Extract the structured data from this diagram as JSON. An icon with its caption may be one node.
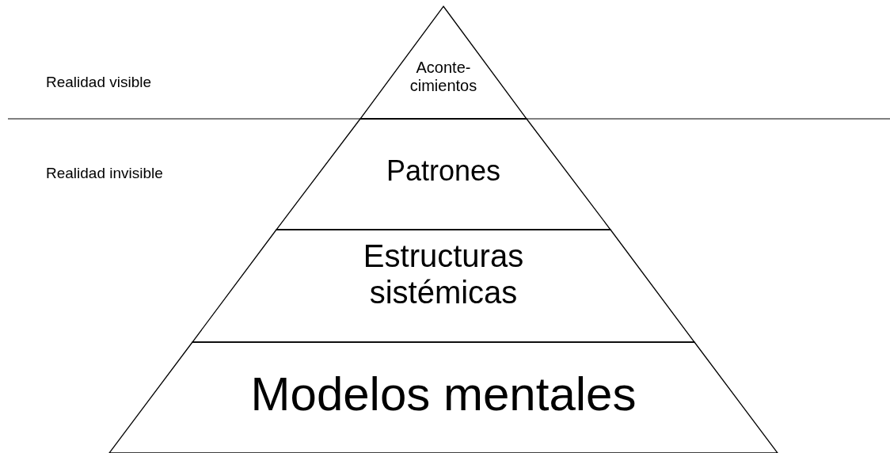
{
  "diagram": {
    "nodes": [
      {
        "text": [
          "Aconte- cimientos"
        ]
      },
      {
        "text": [
          "Patrones"
        ]
      },
      {
        "text": [
          "Estructuras sistémicas"
        ]
      },
      {
        "text": [
          "Modelos mentales"
        ]
      }
    ],
    "labels": [
      "Realidad visible",
      "Realidad invisible"
    ]
  }
}
